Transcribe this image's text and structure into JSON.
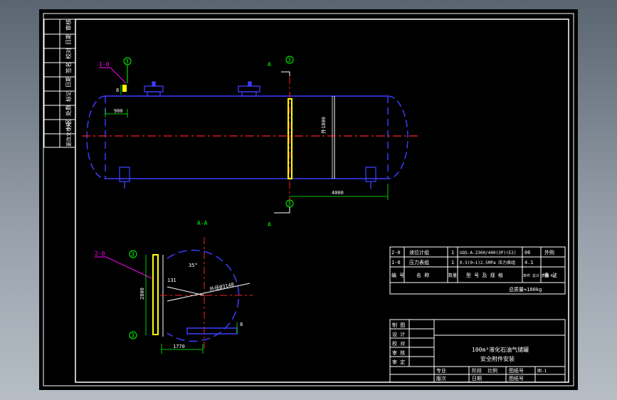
{
  "colors": {
    "background": "#000000",
    "frame": "#ffffff",
    "vessel": "#3c3cff",
    "centerline": "#ff2020",
    "dimension": "#00ff00",
    "label": "#ffff00",
    "leader": "#ff00ff",
    "text": "#ffffff"
  },
  "revision_strip": {
    "labels": [
      "审核",
      "日期",
      "校对",
      "签名",
      "日期",
      "标记",
      "处数",
      "分区",
      "更改文件号"
    ]
  },
  "elevation": {
    "section_mark_top": "A",
    "section_mark_bottom": "A",
    "callouts": [
      "3",
      "3",
      "3"
    ],
    "part_tag": "1-0",
    "dim_8": "8",
    "dim_900": "900",
    "dim_4000": "4000",
    "dim_vertical": "外1800"
  },
  "section": {
    "title": "A-A",
    "part_tag": "2-0",
    "callouts": [
      "3",
      "3"
    ],
    "dim_131": "131",
    "dim_2800": "2800",
    "dim_1770": "1770",
    "dim_8": "8",
    "angle": "35°",
    "radius_label": "外径Ø3148"
  },
  "parts_table": {
    "rows": [
      [
        "2-0",
        "液位计组",
        "1",
        "UQS-A-2300/400(3P)(E2)",
        "06",
        "外购"
      ],
      [
        "1-0",
        "压力表组",
        "1",
        "0.5(0~1)2.5MPa 压力表组",
        "4.1",
        ""
      ]
    ],
    "header": [
      "编 号",
      "名 称",
      "数量",
      "型 号 及 规 格",
      "单件 总计 质量 Kg",
      "备 注"
    ],
    "total": "总质量≈100kg"
  },
  "title_block": {
    "roles": [
      "制 图",
      "设 计",
      "校 对",
      "审 核",
      "审 定"
    ],
    "title_line1": "100m³液化石油气储罐",
    "title_line2": "安全附件安装",
    "footer": [
      "专业",
      "阶段",
      "比例",
      "图纸号",
      "版次",
      "日期",
      "图纸号"
    ],
    "sheet_no": "图-1"
  }
}
